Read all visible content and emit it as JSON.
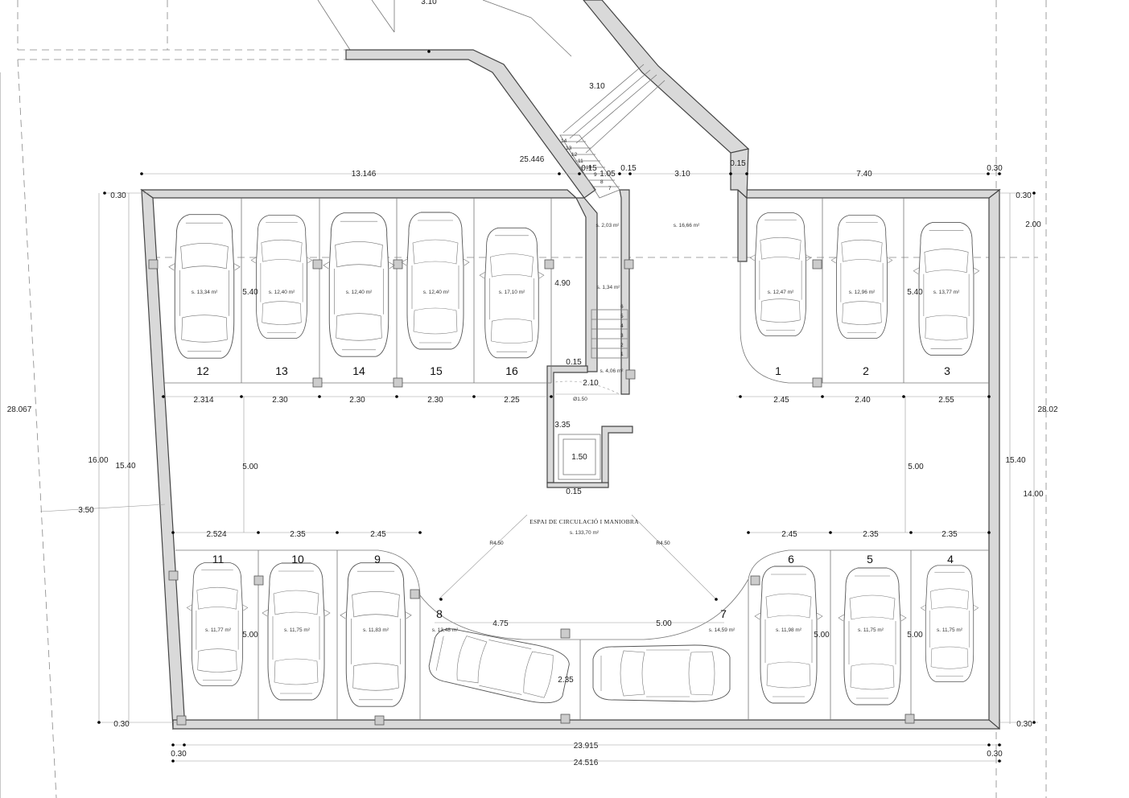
{
  "title": "ESPAI DE CIRCULACIÓ I MANIOBRA",
  "circulation_area": "s. 133,70 m²",
  "spaces_top": [
    {
      "number": "12",
      "area": "s. 13,34 m²"
    },
    {
      "number": "13",
      "area": "s. 12,40 m²"
    },
    {
      "number": "14",
      "area": "s. 12,40 m²"
    },
    {
      "number": "15",
      "area": "s. 12,40 m²"
    },
    {
      "number": "16",
      "area": "s. 17,10 m²"
    },
    {
      "number": "1",
      "area": "s. 12,47 m²"
    },
    {
      "number": "2",
      "area": "s. 12,96 m²"
    },
    {
      "number": "3",
      "area": "s. 13,77 m²"
    }
  ],
  "spaces_bottom": [
    {
      "number": "11",
      "area": "s. 11,77 m²"
    },
    {
      "number": "10",
      "area": "s. 11,75 m²"
    },
    {
      "number": "9",
      "area": "s. 11,83 m²"
    },
    {
      "number": "8",
      "area": "s. 13,48 m²"
    },
    {
      "number": "7",
      "area": "s. 14,59 m²"
    },
    {
      "number": "6",
      "area": "s. 11,98 m²"
    },
    {
      "number": "5",
      "area": "s. 11,75 m²"
    },
    {
      "number": "4",
      "area": "s. 11,75 m²"
    }
  ],
  "rooms": {
    "r1": "s. 2,03 m²",
    "r2": "s. 16,66 m²",
    "r3": "s. 1,34 m²",
    "r4": "s. 4,06 m²",
    "circle": "Ø1.50"
  },
  "stairs_top": [
    "14",
    "13",
    "12",
    "11",
    "10",
    "9",
    "8",
    "7"
  ],
  "stairs_bottom": [
    "6",
    "5",
    "4",
    "3",
    "2",
    "1"
  ],
  "dims": {
    "d_310_top": "3.10",
    "d_310_ramp": "3.10",
    "d_25446": "25.446",
    "d_13146": "13.146",
    "d_015a": "0.15",
    "d_105": "1.05",
    "d_015b": "0.15",
    "d_310": "3.10",
    "d_015c": "0.15",
    "d_740": "7.40",
    "d_030_tr": "0.30",
    "d_030_tl": "0.30",
    "d_030_r2": "0.30",
    "d_200": "2.00",
    "d_540a": "5.40",
    "d_490": "4.90",
    "d_540b": "5.40",
    "d_015d": "0.15",
    "d_210": "2.10",
    "d_2314": "2.314",
    "d_230a": "2.30",
    "d_230b": "2.30",
    "d_230c": "2.30",
    "d_225": "2.25",
    "d_245a": "2.45",
    "d_240": "2.40",
    "d_255": "2.55",
    "d_335": "3.35",
    "d_28067": "28.067",
    "d_2802": "28.02",
    "d_150": "1.50",
    "d_1600": "16.00",
    "d_1540a": "15.40",
    "d_500a": "5.00",
    "d_500b": "5.00",
    "d_1540b": "15.40",
    "d_015e": "0.15",
    "d_1400": "14.00",
    "d_350": "3.50",
    "d_2524": "2.524",
    "d_235a": "2.35",
    "d_245b": "2.45",
    "d_245c": "2.45",
    "d_235b": "2.35",
    "d_235c": "2.35",
    "d_r450a": "R4.50",
    "d_r450b": "R4.50",
    "d_500c": "5.00",
    "d_475": "4.75",
    "d_500d": "5.00",
    "d_500e": "5.00",
    "d_500f": "5.00",
    "d_235d": "2.35",
    "d_030_bl": "0.30",
    "d_030_br": "0.30",
    "d_23915": "23.915",
    "d_030_bl2": "0.30",
    "d_030_br2": "0.30",
    "d_24516": "24.516"
  }
}
